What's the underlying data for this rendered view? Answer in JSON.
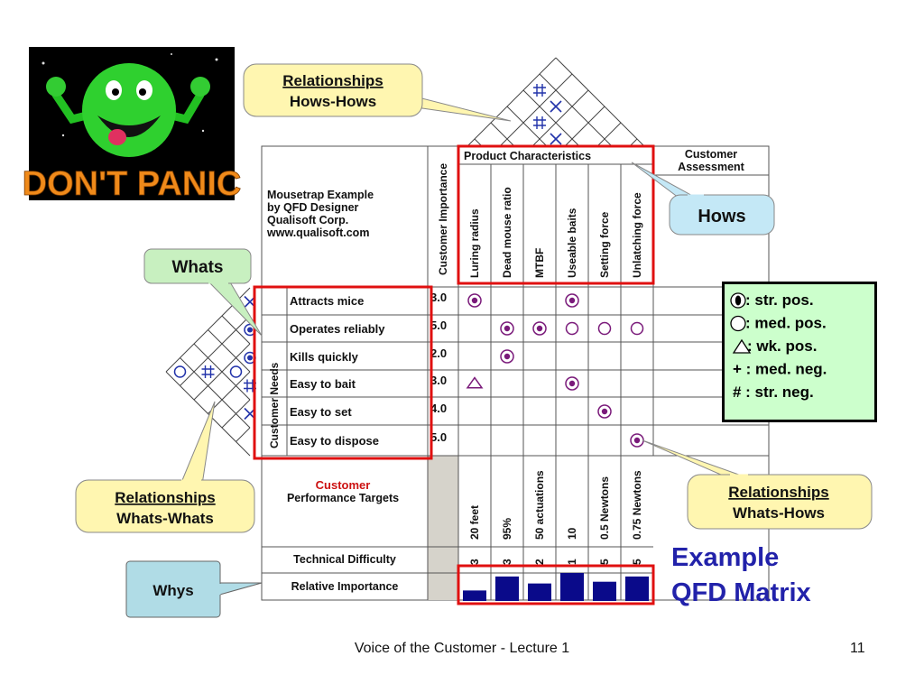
{
  "slide": {
    "footer_text": "Voice of the Customer - Lecture 1",
    "page_number": "11",
    "logo_text": "DON'T PANIC",
    "main_title_line1": "Example",
    "main_title_line2": "QFD Matrix",
    "accent_colors": {
      "red_box": "#e01010",
      "marker": "#7a1a7a",
      "bar": "#0a0a8a",
      "title_blue": "#2222aa"
    }
  },
  "table": {
    "title_lines": [
      "Mousetrap Example",
      "by QFD Designer",
      "Qualisoft Corp.",
      "www.qualisoft.com"
    ],
    "customer_importance_header": "Customer Importance",
    "product_characteristics_header": "Product Characteristics",
    "customer_assessment_header_line1": "Customer",
    "customer_assessment_header_line2": "Assessment",
    "customer_needs_label": "Customer Needs",
    "hows": [
      "Luring radius",
      "Dead mouse ratio",
      "MTBF",
      "Useable baits",
      "Setting force",
      "Unlatching force"
    ],
    "whats": [
      {
        "need": "Attracts mice",
        "importance": "3.0"
      },
      {
        "need": "Operates reliably",
        "importance": "5.0"
      },
      {
        "need": "Kills quickly",
        "importance": "2.0"
      },
      {
        "need": "Easy to bait",
        "importance": "3.0"
      },
      {
        "need": "Easy to set",
        "importance": "4.0"
      },
      {
        "need": "Easy to dispose",
        "importance": "5.0"
      }
    ],
    "relationships": [
      [
        "strong",
        "",
        "",
        "strong",
        "",
        ""
      ],
      [
        "",
        "strong",
        "strong",
        "medium",
        "medium",
        "medium"
      ],
      [
        "",
        "strong",
        "",
        "",
        "",
        ""
      ],
      [
        "weak",
        "",
        "",
        "strong",
        "",
        ""
      ],
      [
        "",
        "",
        "",
        "",
        "strong",
        ""
      ],
      [
        "",
        "",
        "",
        "",
        "",
        "strong"
      ]
    ],
    "targets_label_line1": "Customer",
    "targets_label_line2": "Performance Targets",
    "targets": [
      "20 feet",
      "95%",
      "50 actuations",
      "10",
      "0.5 Newtons",
      "0.75 Newtons"
    ],
    "technical_difficulty_label": "Technical Difficulty",
    "technical_difficulty": [
      "3",
      "3",
      "2",
      "1",
      "5",
      "5"
    ],
    "relative_importance_label": "Relative Importance",
    "relative_importance": [
      3,
      7,
      5,
      8,
      5.5,
      7
    ]
  },
  "callouts": {
    "hows_hows_line1": "Relationships",
    "hows_hows_line2": "Hows-Hows",
    "hows": "Hows",
    "whats": "Whats",
    "whats_whats_line1": "Relationships",
    "whats_whats_line2": "Whats-Whats",
    "whats_hows_line1": "Relationships",
    "whats_hows_line2": "Whats-Hows",
    "whys": "Whys"
  },
  "legend": {
    "items": [
      {
        "symbol": "strong",
        "text": ": str. pos."
      },
      {
        "symbol": "medium",
        "text": ": med. pos."
      },
      {
        "symbol": "weak",
        "text": ": wk. pos."
      },
      {
        "symbol": "",
        "text": "+ : med. neg."
      },
      {
        "symbol": "",
        "text": "# : str. neg."
      }
    ]
  }
}
